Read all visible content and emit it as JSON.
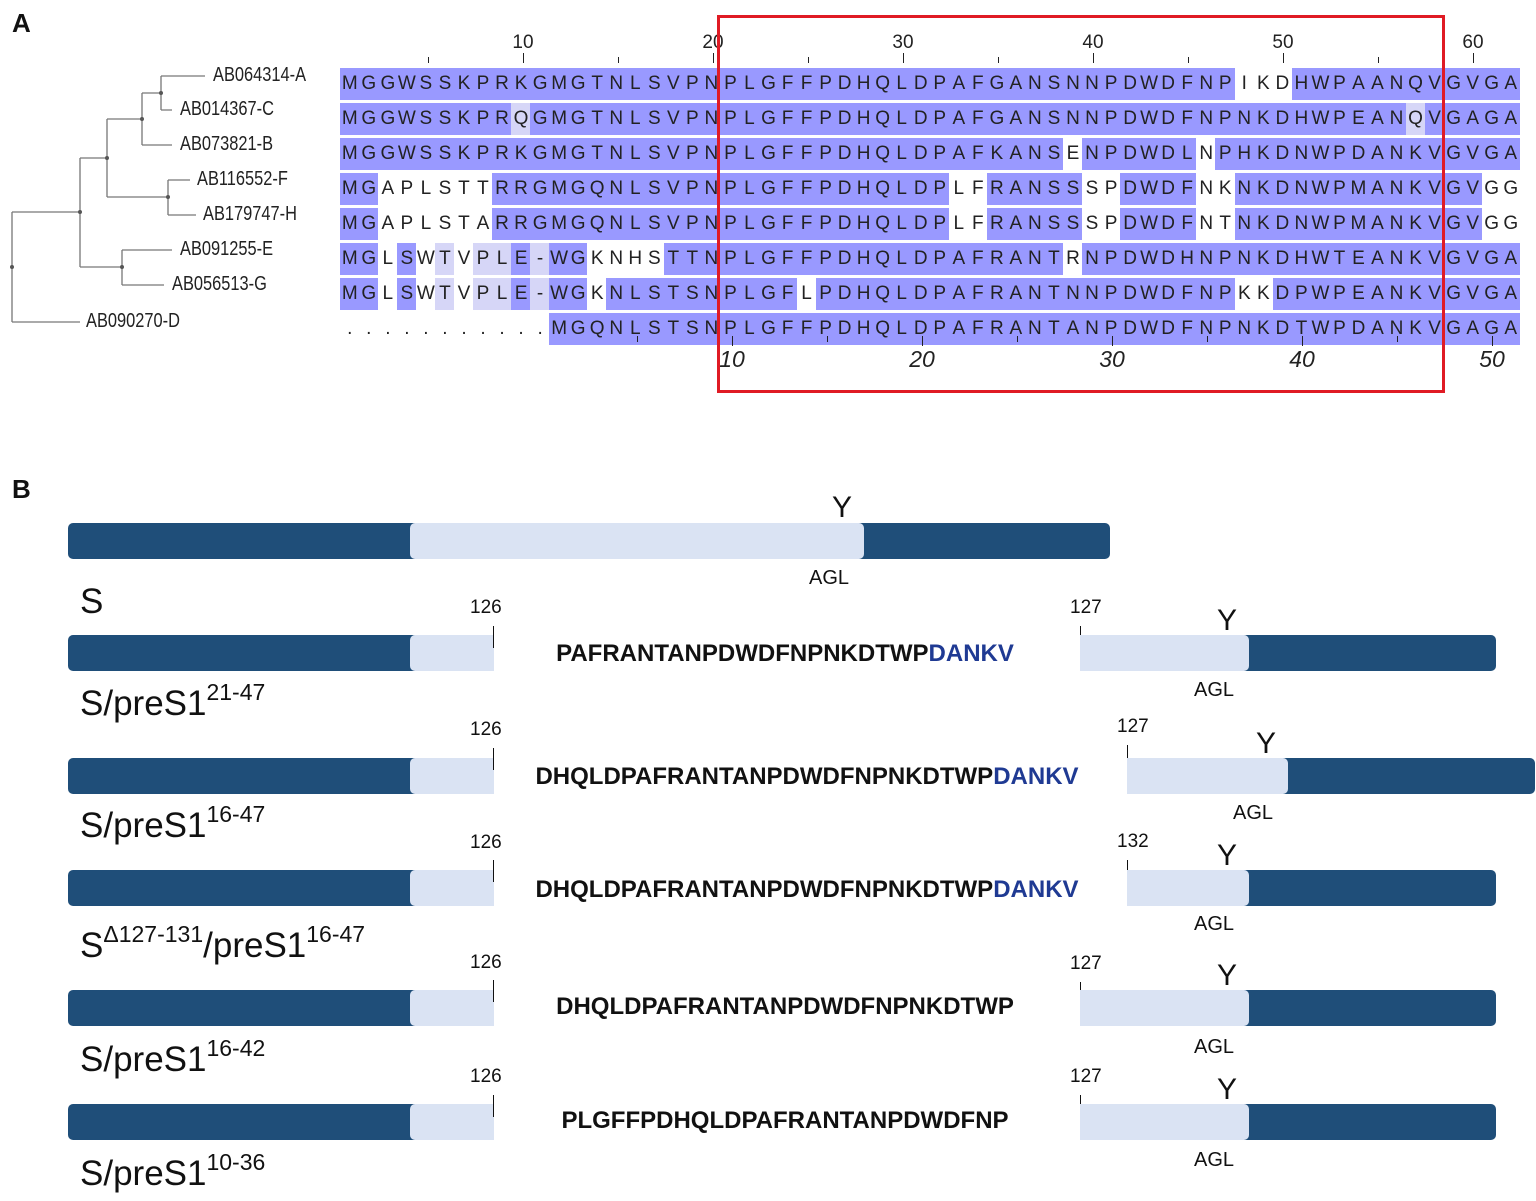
{
  "panel_a": {
    "label": "A",
    "ruler_top": [
      "10",
      "20",
      "30",
      "40",
      "50",
      "60"
    ],
    "ruler_bottom": [
      "10",
      "20",
      "30",
      "40",
      "50"
    ],
    "taxa": [
      "AB064314-A",
      "AB014367-C",
      "AB073821-B",
      "AB116552-F",
      "AB179747-H",
      "AB091255-E",
      "AB056513-G",
      "AB090270-D"
    ],
    "sequences": [
      "MGGWSSKPRKGMGTNLSVPNPLGFFPDHQLDPAFGANSNNPDWDFNPIKDHWPAANQVGVGA",
      "MGGWSSKPRQGMGTNLSVPNPLGFFPDHQLDPAFGANSNNPDWDFNPNKDHWPEANQVGAGA",
      "MGGWSSKPRKGMGTNLSVPNPLGFFPDHQLDPAFKANSENPDWDLNPHKDNWPDANKVGVGA",
      "MGAPLSTTRRGMGQNLSVPNPLGFFPDHQLDPLFRANSSSPDWDFNKNKDNWPMANKVGVGG",
      "MGAPLSTARRGMGQNLSVPNPLGFFPDHQLDPLFRANSSSPDWDFNTNKDNWPMANKVGVGG",
      "MGLSWTVPLE-WGKNHSTTNPLGFFPDHQLDPAFRANTRNPDWDHNPNKDHWTEANKVGVGA",
      "MGLSWTVPLE-WGKNLSTSNPLGFLPDHQLDPAFRANTNNPDWDFNPKKDPWPEANKVGVGA",
      "...........MGQNLSTSNPLGFFPDHQLDPAFRANTANPDWDFNPNKDTWPDANKVGAGA"
    ]
  },
  "panel_b": {
    "label": "B",
    "constructs": [
      {
        "name": "S",
        "sup": "",
        "sup2": "",
        "mid": "",
        "left_pos": "",
        "right_pos": "",
        "insert": "",
        "insert_tail": "",
        "agl": "AGL",
        "glyco": "Y"
      },
      {
        "name": "S/preS1",
        "sup": "21-47",
        "sup2": "",
        "mid": "",
        "left_pos": "126",
        "right_pos": "127",
        "insert": "PAFRANTANPDWDFNPNKDTWP",
        "insert_tail": "DANKV",
        "agl": "AGL",
        "glyco": "Y"
      },
      {
        "name": "S/preS1",
        "sup": "16-47",
        "sup2": "",
        "mid": "",
        "left_pos": "126",
        "right_pos": "127",
        "insert": "DHQLDPAFRANTANPDWDFNPNKDTWP",
        "insert_tail": "DANKV",
        "agl": "AGL",
        "glyco": "Y"
      },
      {
        "name": "S",
        "sup": "Δ127-131",
        "mid": "/preS1",
        "sup2": "16-47",
        "left_pos": "126",
        "right_pos": "132",
        "insert": "DHQLDPAFRANTANPDWDFNPNKDTWP",
        "insert_tail": "DANKV",
        "agl": "AGL",
        "glyco": "Y"
      },
      {
        "name": "S/preS1",
        "sup": "16-42",
        "sup2": "",
        "mid": "",
        "left_pos": "126",
        "right_pos": "127",
        "insert": "DHQLDPAFRANTANPDWDFNPNKDTWP",
        "insert_tail": "",
        "agl": "AGL",
        "glyco": "Y"
      },
      {
        "name": "S/preS1",
        "sup": "10-36",
        "sup2": "",
        "mid": "",
        "left_pos": "126",
        "right_pos": "127",
        "insert": "PLGFFPDHQLDPAFRANTANPDWDFNP",
        "insert_tail": "",
        "agl": "AGL",
        "glyco": "Y"
      }
    ]
  }
}
